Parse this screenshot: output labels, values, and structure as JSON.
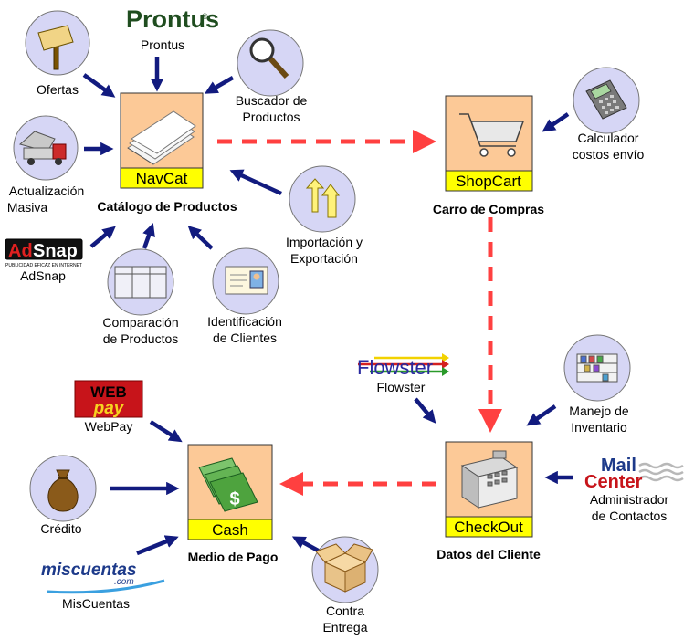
{
  "colors": {
    "arrow": "#121b7f",
    "dashed": "#ff4040",
    "circle_fill": "#d6d6f5",
    "box_fill": "#fcc997",
    "box_label_fill": "#ffff00"
  },
  "modules": {
    "navcat": {
      "label": "NavCat",
      "caption": "Catálogo de Productos",
      "icon": "papers-icon"
    },
    "shopcart": {
      "label": "ShopCart",
      "caption": "Carro de Compras",
      "icon": "cart-icon"
    },
    "checkout": {
      "label": "CheckOut",
      "caption": "Datos del Cliente",
      "icon": "register-icon"
    },
    "cash": {
      "label": "Cash",
      "caption": "Medio de Pago",
      "icon": "money-icon"
    }
  },
  "features": {
    "ofertas": {
      "lines": [
        "Ofertas"
      ],
      "icon": "sign-icon"
    },
    "buscador": {
      "lines": [
        "Buscador de",
        "Productos"
      ],
      "icon": "magnifier-icon"
    },
    "actualizacion": {
      "lines": [
        "Actualización",
        "Masiva"
      ],
      "icon": "truck-icon"
    },
    "importacion": {
      "lines": [
        "Importación y",
        "Exportación"
      ],
      "icon": "arrows-icon"
    },
    "comparacion": {
      "lines": [
        "Comparación",
        "de Productos"
      ],
      "icon": "table-icon"
    },
    "identificacion": {
      "lines": [
        "Identificación",
        "de Clientes"
      ],
      "icon": "id-card-icon"
    },
    "calculador": {
      "lines": [
        "Calculador",
        "costos envío"
      ],
      "icon": "calculator-icon"
    },
    "inventario": {
      "lines": [
        "Manejo de",
        "Inventario"
      ],
      "icon": "shelves-icon"
    },
    "credito": {
      "lines": [
        "Crédito"
      ],
      "icon": "money-bag-icon"
    },
    "contra": {
      "lines": [
        "Contra",
        "Entrega"
      ],
      "icon": "box-icon"
    }
  },
  "brands": {
    "prontus": {
      "logo": "Prontus",
      "registered": "®",
      "label": "Prontus"
    },
    "adsnap": {
      "logo_ad": "Ad",
      "logo_snap": "Snap",
      "tagline": "PUBLICIDAD EFICAZ EN INTERNET",
      "label": "AdSnap"
    },
    "flowster": {
      "logo": "Flowster",
      "label": "Flowster"
    },
    "webpay": {
      "logo_web": "WEB",
      "logo_pay": "pay",
      "label": "WebPay"
    },
    "mailcenter": {
      "logo_mail": "Mail",
      "logo_center": "Center",
      "lines": [
        "Administrador",
        "de Contactos"
      ]
    },
    "miscuentas": {
      "logo": "miscuentas",
      "logo_com": ".com",
      "label": "MisCuentas"
    }
  }
}
